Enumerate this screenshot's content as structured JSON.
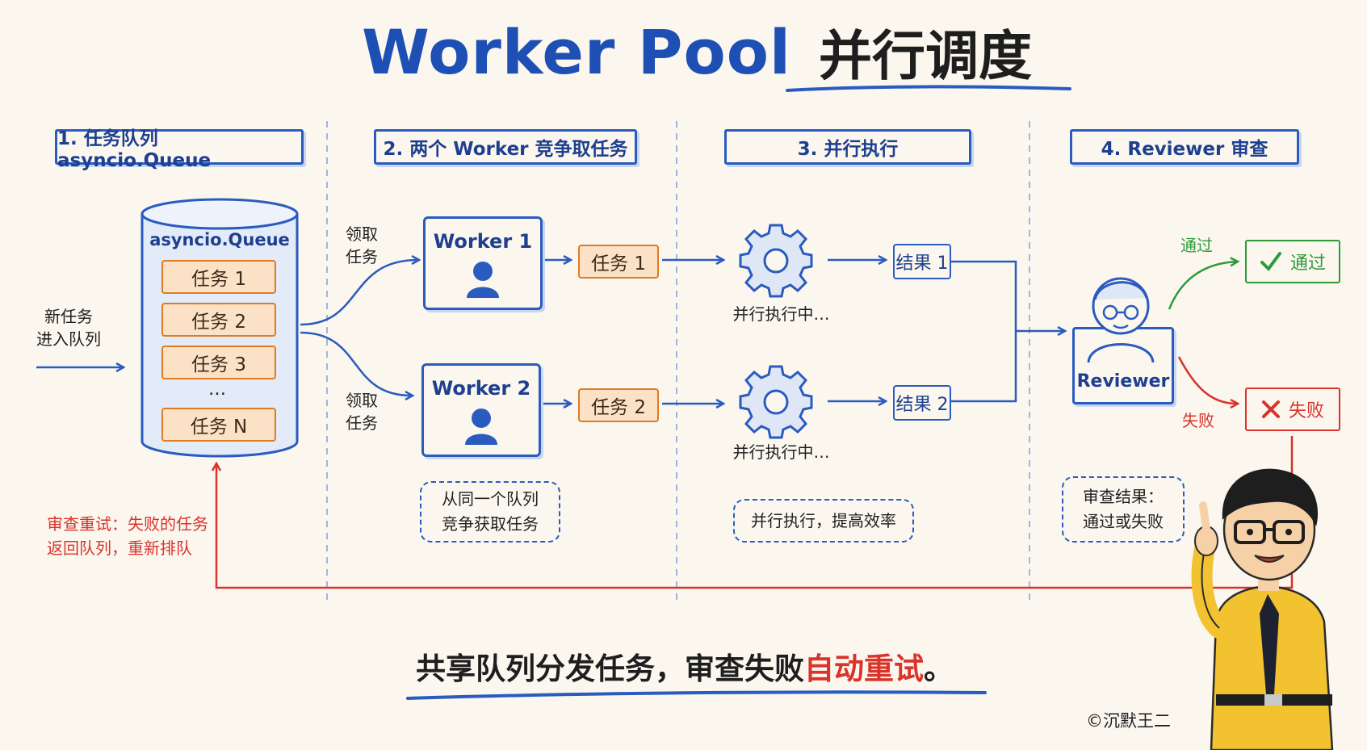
{
  "title": {
    "latin": "Worker Pool",
    "cjk": "并行调度"
  },
  "steps": [
    {
      "label": "1. 任务队列 asyncio.Queue"
    },
    {
      "label": "2. 两个 Worker 竞争取任务"
    },
    {
      "label": "3. 并行执行"
    },
    {
      "label": "4. Reviewer 审查"
    }
  ],
  "intake": {
    "line1": "新任务",
    "line2": "进入队列"
  },
  "queue": {
    "title": "asyncio.Queue",
    "items": [
      "任务 1",
      "任务 2",
      "任务 3"
    ],
    "ellipsis": "…",
    "last": "任务 N"
  },
  "fetch_label": {
    "line1": "领取",
    "line2": "任务"
  },
  "workers": [
    {
      "label": "Worker 1",
      "task": "任务 1",
      "status": "并行执行中…",
      "result": "结果 1"
    },
    {
      "label": "Worker 2",
      "task": "任务 2",
      "status": "并行执行中…",
      "result": "结果 2"
    }
  ],
  "notes": {
    "queue_compete": {
      "line1": "从同一个队列",
      "line2": "竞争获取任务"
    },
    "parallel": {
      "line1": "并行执行，提高效率"
    },
    "review": {
      "line1": "审查结果：",
      "line2": "通过或失败"
    }
  },
  "reviewer": {
    "label": "Reviewer"
  },
  "outcomes": {
    "pass_edge": "通过",
    "pass_box": "通过",
    "fail_edge": "失败",
    "fail_box": "失败"
  },
  "retry": {
    "line1": "审查重试：失败的任务",
    "line2": "返回队列，重新排队"
  },
  "footer": {
    "prefix": "共享队列分发任务，审查失败",
    "highlight": "自动重试",
    "suffix": "。"
  },
  "credit": "©沉默王二",
  "colors": {
    "blue": "#2a5bbf",
    "orange": "#e07b22",
    "chip_fill": "#fbe1c5",
    "green": "#2f9a3a",
    "red": "#d9332b",
    "background": "#fbf7ef"
  },
  "icons": [
    "gear-icon",
    "user-icon",
    "check-icon",
    "cross-icon",
    "character-illustration"
  ]
}
